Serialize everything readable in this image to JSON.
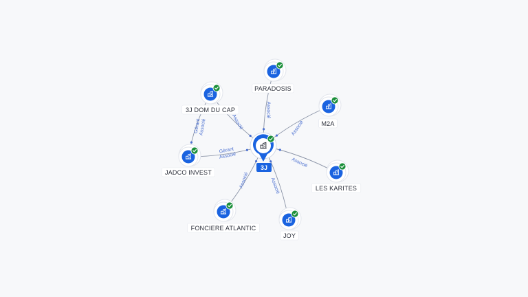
{
  "colors": {
    "accent": "#1a63e0",
    "check": "#1b8f3a",
    "edge": "#8a93a6",
    "edge_label": "#4a6fd0",
    "node_ring": "#e2e5ec"
  },
  "icons": {
    "company": "building-icon",
    "verified": "check-icon"
  },
  "center": {
    "label": "3J"
  },
  "nodes": [
    {
      "id": "paradosis",
      "label": "PARADOSIS"
    },
    {
      "id": "m2a",
      "label": "M2A"
    },
    {
      "id": "les-karites",
      "label": "LES KARITES"
    },
    {
      "id": "joy",
      "label": "JOY"
    },
    {
      "id": "fonciere-atlantic",
      "label": "FONCIERE ATLANTIC"
    },
    {
      "id": "jadco-invest",
      "label": "JADCO INVEST"
    },
    {
      "id": "3j-dom-du-cap",
      "label": "3J DOM DU CAP"
    }
  ],
  "edges": [
    {
      "from": "paradosis",
      "to": "center",
      "labels": [
        "Associé"
      ]
    },
    {
      "from": "m2a",
      "to": "center",
      "labels": [
        "Associé"
      ]
    },
    {
      "from": "les-karites",
      "to": "center",
      "labels": [
        "Associé"
      ]
    },
    {
      "from": "joy",
      "to": "center",
      "labels": [
        "Associé"
      ]
    },
    {
      "from": "fonciere-atlantic",
      "to": "center",
      "labels": [
        "Associé"
      ]
    },
    {
      "from": "jadco-invest",
      "to": "center",
      "labels": [
        "Gérant",
        "Associé"
      ]
    },
    {
      "from": "3j-dom-du-cap",
      "to": "center",
      "labels": [
        "Associé"
      ]
    },
    {
      "from": "3j-dom-du-cap",
      "to": "jadco-invest",
      "labels": [
        "Gérant",
        "Associé"
      ]
    }
  ]
}
